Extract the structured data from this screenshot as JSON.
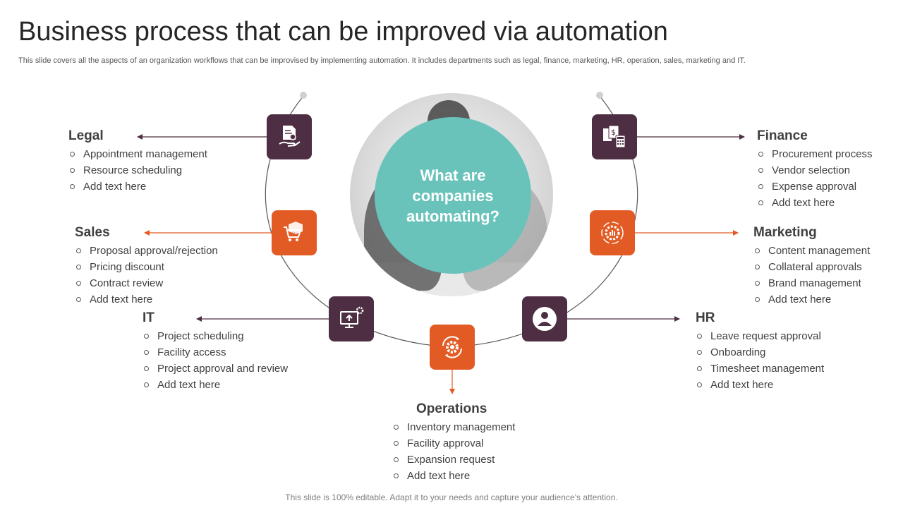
{
  "header": {
    "title": "Business process that can be improved via automation",
    "subtitle": "This slide covers all the aspects of an organization workflows that can be improvised by implementing automation. It includes departments such as legal, finance, marketing, HR, operation, sales, marketing and IT."
  },
  "center": {
    "text": "What are\ncompanies\nautomating?"
  },
  "departments": {
    "legal": {
      "title": "Legal",
      "items": [
        "Appointment management",
        "Resource scheduling",
        "Add text here"
      ],
      "icon": "legal-document-hand-icon",
      "color": "#4e2e42"
    },
    "sales": {
      "title": "Sales",
      "items": [
        "Proposal approval/rejection",
        "Pricing discount",
        "Contract review",
        "Add text here"
      ],
      "icon": "shopping-cart-box-icon",
      "color": "#e35b24"
    },
    "it": {
      "title": "IT",
      "items": [
        "Project scheduling",
        "Facility access",
        "Project approval and review",
        "Add text here"
      ],
      "icon": "monitor-upload-gear-icon",
      "color": "#4e2e42"
    },
    "operations": {
      "title": "Operations",
      "items": [
        "Inventory management",
        "Facility approval",
        "Expansion request",
        "Add text here"
      ],
      "icon": "gear-cycle-icon",
      "color": "#e35b24"
    },
    "hr": {
      "title": "HR",
      "items": [
        "Leave request approval",
        "Onboarding",
        "Timesheet management",
        "Add text here"
      ],
      "icon": "person-circle-icon",
      "color": "#4e2e42"
    },
    "marketing": {
      "title": "Marketing",
      "items": [
        "Content management",
        "Collateral approvals",
        "Brand management",
        "Add text here"
      ],
      "icon": "gear-chart-cycle-icon",
      "color": "#e35b24"
    },
    "finance": {
      "title": "Finance",
      "items": [
        "Procurement process",
        "Vendor selection",
        "Expense approval",
        "Add text here"
      ],
      "icon": "money-calculator-icon",
      "color": "#4e2e42"
    }
  },
  "footer": {
    "text": "This slide is 100% editable. Adapt it to your needs and capture your audience’s attention."
  }
}
